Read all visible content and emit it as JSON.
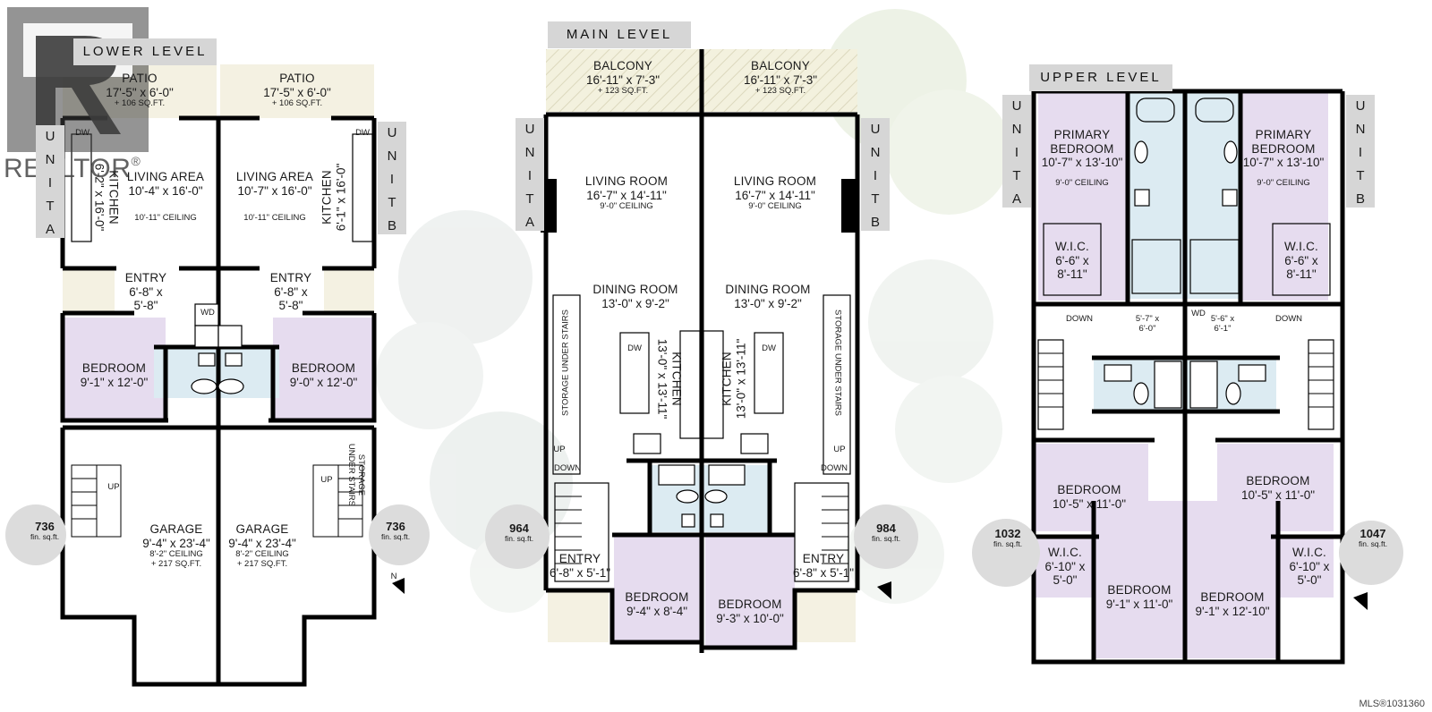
{
  "watermark": {
    "brand": "REALTOR",
    "mark": "®",
    "mls": "MLS®1031360"
  },
  "colors": {
    "bedroom": "#e6dcef",
    "bath": "#dcebf2",
    "balcony": "#f3f1de",
    "wall": "#000000",
    "tag": "#d6d6d6",
    "entry": "#f4f1e2"
  },
  "lower": {
    "title": "LOWER LEVEL",
    "patio_a": {
      "name": "PATIO",
      "dims": "17'-5\" x 6'-0\"",
      "sqft": "+ 106 SQ.FT."
    },
    "patio_b": {
      "name": "PATIO",
      "dims": "17'-5\" x 6'-0\"",
      "sqft": "+ 106 SQ.FT."
    },
    "kitchen_a": {
      "name": "KITCHEN",
      "dims": "6'-2\" x 16'-0\""
    },
    "living_a": {
      "name": "LIVING AREA",
      "dims": "10'-4\" x 16'-0\"",
      "ceiling": "10'-11\" CEILING"
    },
    "living_b": {
      "name": "LIVING AREA",
      "dims": "10'-7\" x 16'-0\"",
      "ceiling": "10'-11\" CEILING"
    },
    "kitchen_b": {
      "name": "KITCHEN",
      "dims": "6'-1\" x 16'-0\""
    },
    "entry_a": {
      "name": "ENTRY",
      "dims1": "6'-8\" x",
      "dims2": "5'-8\""
    },
    "entry_b": {
      "name": "ENTRY",
      "dims1": "6'-8\" x",
      "dims2": "5'-8\""
    },
    "bedroom_a": {
      "name": "BEDROOM",
      "dims": "9'-1\" x 12'-0\""
    },
    "bedroom_b": {
      "name": "BEDROOM",
      "dims": "9'-0\" x 12'-0\""
    },
    "garage_a": {
      "name": "GARAGE",
      "dims": "9'-4\" x 23'-4\"",
      "ceiling": "8'-2\" CEILING",
      "sqft": "+ 217 SQ.FT."
    },
    "garage_b": {
      "name": "GARAGE",
      "dims": "9'-4\" x 23'-4\"",
      "ceiling": "8'-2\" CEILING",
      "sqft": "+ 217 SQ.FT."
    },
    "storage": {
      "line1": "STORAGE",
      "line2": "UNDER STAIRS"
    },
    "up": "UP",
    "fin_a": {
      "value": "736",
      "unit": "fin. sq.ft."
    },
    "fin_b": {
      "value": "736",
      "unit": "fin. sq.ft."
    },
    "dw": "DW",
    "wd": "WD",
    "north": "N"
  },
  "main": {
    "title": "MAIN LEVEL",
    "balcony_a": {
      "name": "BALCONY",
      "dims": "16'-11\" x 7'-3\"",
      "sqft": "+ 123 SQ.FT."
    },
    "balcony_b": {
      "name": "BALCONY",
      "dims": "16'-11\" x 7'-3\"",
      "sqft": "+ 123 SQ.FT."
    },
    "living_a": {
      "name": "LIVING ROOM",
      "dims": "16'-7\" x 14'-11\"",
      "ceiling": "9'-0\" CEILING"
    },
    "living_b": {
      "name": "LIVING ROOM",
      "dims": "16'-7\" x 14'-11\"",
      "ceiling": "9'-0\" CEILING"
    },
    "dining_a": {
      "name": "DINING ROOM",
      "dims": "13'-0\" x 9'-2\""
    },
    "dining_b": {
      "name": "DINING ROOM",
      "dims": "13'-0\" x 9'-2\""
    },
    "kitchen_a": {
      "name": "KITCHEN",
      "dims": "13'-0\" x 13'-11\""
    },
    "kitchen_b": {
      "name": "KITCHEN",
      "dims": "13'-0\" x 13'-11\""
    },
    "storage": "STORAGE UNDER STAIRS",
    "up": "UP",
    "down": "DOWN",
    "entry_a": {
      "name": "ENTRY",
      "dims": "6'-8\" x 5'-1\""
    },
    "entry_b": {
      "name": "ENTRY",
      "dims": "6'-8\" x 5'-1\""
    },
    "bedroom_a": {
      "name": "BEDROOM",
      "dims": "9'-4\" x 8'-4\""
    },
    "bedroom_b": {
      "name": "BEDROOM",
      "dims": "9'-3\" x 10'-0\""
    },
    "fin_a": {
      "value": "964",
      "unit": "fin. sq.ft."
    },
    "fin_b": {
      "value": "984",
      "unit": "fin. sq.ft."
    },
    "dw": "DW"
  },
  "upper": {
    "title": "UPPER LEVEL",
    "primary_a": {
      "name1": "PRIMARY",
      "name2": "BEDROOM",
      "dims": "10'-7\" x 13'-10\"",
      "ceiling": "9'-0\" CEILING"
    },
    "primary_b": {
      "name1": "PRIMARY",
      "name2": "BEDROOM",
      "dims": "10'-7\" x 13'-10\"",
      "ceiling": "9'-0\" CEILING"
    },
    "wic_a": {
      "name": "W.I.C.",
      "dims1": "6'-6\" x",
      "dims2": "8'-11\""
    },
    "wic_b": {
      "name": "W.I.C.",
      "dims1": "6'-6\" x",
      "dims2": "8'-11\""
    },
    "down": "DOWN",
    "laundry_a": {
      "dims1": "5'-7\" x",
      "dims2": "6'-0\""
    },
    "laundry_b": {
      "dims1": "5'-6\" x",
      "dims2": "6'-1\""
    },
    "bedroom_a1": {
      "name": "BEDROOM",
      "dims": "10'-5\" x 11'-0\""
    },
    "bedroom_b1": {
      "name": "BEDROOM",
      "dims": "10'-5\" x 11'-0\""
    },
    "wic2_a": {
      "name": "W.I.C.",
      "dims1": "6'-10\" x",
      "dims2": "5'-0\""
    },
    "wic2_b": {
      "name": "W.I.C.",
      "dims1": "6'-10\" x",
      "dims2": "5'-0\""
    },
    "bedroom_a2": {
      "name": "BEDROOM",
      "dims": "9'-1\" x 11'-0\""
    },
    "bedroom_b2": {
      "name": "BEDROOM",
      "dims": "9'-1\" x 12'-10\""
    },
    "fin_a": {
      "value": "1032",
      "unit": "fin. sq.ft."
    },
    "fin_b": {
      "value": "1047",
      "unit": "fin. sq.ft."
    },
    "wd": "WD"
  },
  "unit_a": [
    "U",
    "N",
    "I",
    "T",
    "A"
  ],
  "unit_b": [
    "U",
    "N",
    "I",
    "T",
    "B"
  ]
}
